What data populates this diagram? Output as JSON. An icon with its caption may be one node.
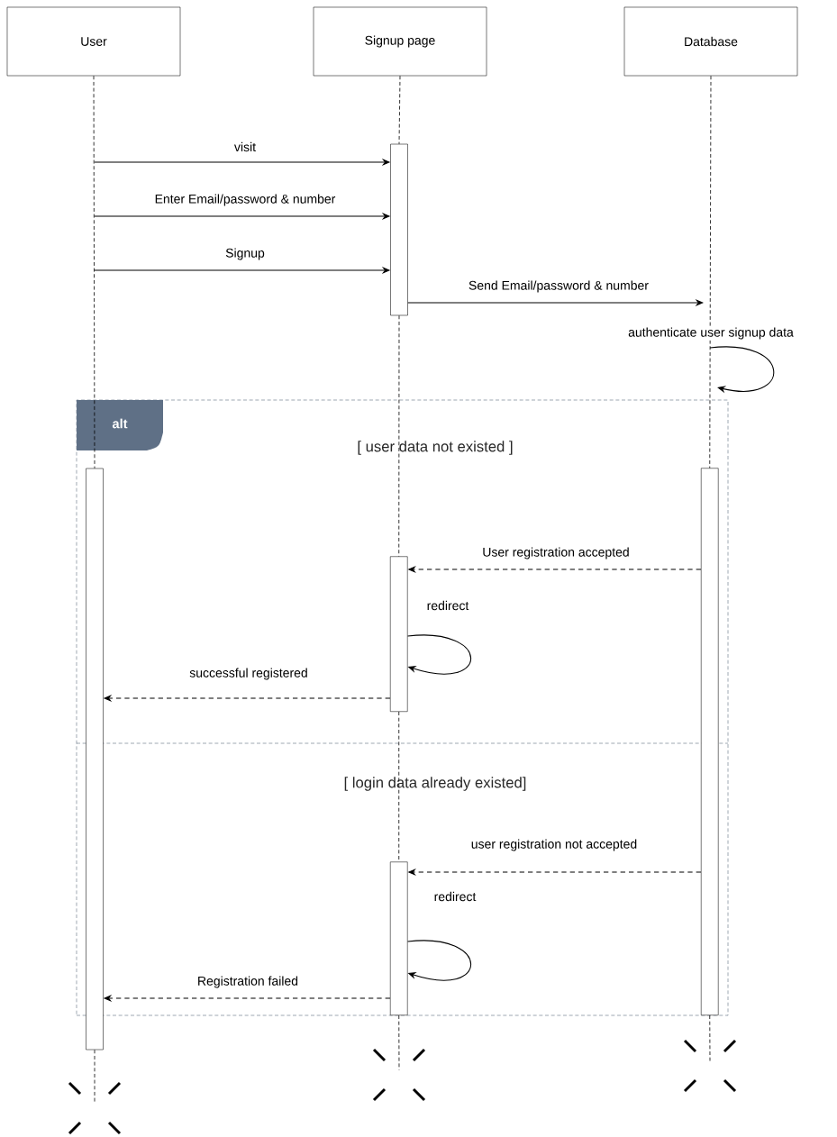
{
  "diagram": {
    "nodes": [
      {
        "text": [
          "User"
        ]
      },
      {
        "text": [
          "Signup page"
        ]
      },
      {
        "text": [
          "Database"
        ]
      },
      {
        "text": [],
        "shape": "bar"
      },
      {
        "text": [
          "alt",
          "[ user data not existed ]",
          "[ login data already existed]"
        ]
      },
      {
        "text": [],
        "shape": "bar"
      },
      {
        "text": [],
        "shape": "bar",
        "in": 4
      },
      {
        "text": [],
        "shape": "bar",
        "in": 4
      },
      {
        "text": [],
        "shape": "bar",
        "in": 4
      },
      {
        "text": [],
        "shape": "cross"
      },
      {
        "text": [],
        "shape": "cross"
      },
      {
        "text": [],
        "shape": "cross"
      }
    ],
    "edges": [
      {
        "from": null,
        "to": 3,
        "arrow": "to",
        "label": "visit"
      },
      {
        "from": null,
        "to": 3,
        "arrow": "to",
        "label": "Enter Email/password & number"
      },
      {
        "from": null,
        "to": 3,
        "arrow": "to",
        "label": "Signup"
      },
      {
        "from": 3,
        "to": null,
        "arrow": "to",
        "label": "Send Email/password & number"
      },
      {
        "from": 6,
        "to": 7,
        "arrow": "to",
        "label": "User registration accepted",
        "style": "dashed"
      },
      {
        "from": 7,
        "to": 7,
        "arrow": "to",
        "label": "redirect"
      },
      {
        "from": 7,
        "to": 5,
        "arrow": "to",
        "label": "successful registered",
        "style": "dashed"
      },
      {
        "from": 6,
        "to": 8,
        "arrow": "to",
        "label": "user registration not accepted",
        "style": "dashed"
      },
      {
        "from": 8,
        "to": 8,
        "arrow": "to",
        "label": "redirect"
      },
      {
        "from": 8,
        "to": 5,
        "arrow": "to",
        "label": "Registration failed",
        "style": "dashed"
      },
      {
        "from": 0,
        "to": 5,
        "arrow": "none",
        "style": "dashed"
      },
      {
        "from": 5,
        "to": 9,
        "arrow": "none",
        "style": "dashed"
      },
      {
        "from": 1,
        "to": 3,
        "arrow": "none",
        "style": "dashed"
      },
      {
        "from": 3,
        "to": 7,
        "arrow": "none",
        "style": "dashed"
      },
      {
        "from": 7,
        "to": 8,
        "arrow": "none",
        "style": "dashed"
      },
      {
        "from": 8,
        "to": 10,
        "arrow": "none",
        "style": "dashed"
      },
      {
        "from": 2,
        "to": 6,
        "arrow": "none",
        "style": "dashed"
      },
      {
        "from": 6,
        "to": 11,
        "arrow": "none",
        "style": "dashed"
      }
    ],
    "labels": [
      "authenticate user signup data"
    ]
  }
}
